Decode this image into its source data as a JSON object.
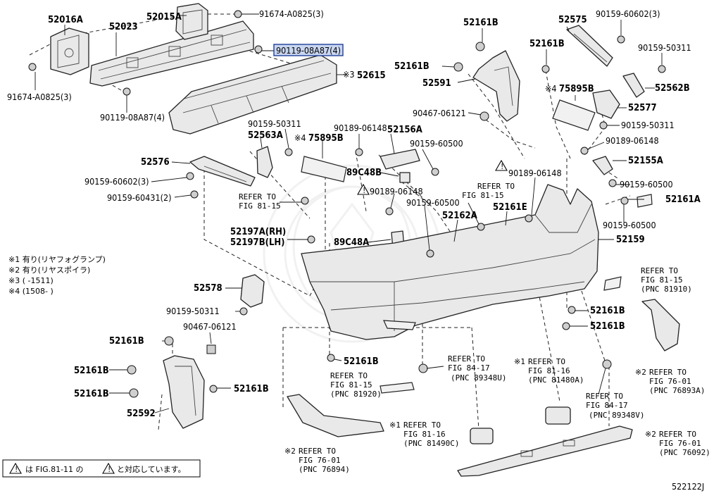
{
  "diagram_code": "522122J",
  "labels": {
    "p52016A": "52016A",
    "p52015A": "52015A",
    "p91674_top": "91674-A0825(3)",
    "p52023": "52023",
    "p90119_hl": "90119-08A87(4)",
    "p52615": "52615",
    "p52615_mark": "※3",
    "p91674_left": "91674-A0825(3)",
    "p90119_lower": "90119-08A87(4)",
    "p52161B_a": "52161B",
    "p52575": "52575",
    "p90159_60602_top": "90159-60602(3)",
    "p52161B_b": "52161B",
    "p52161B_c": "52161B",
    "p90159_50311_a": "90159-50311",
    "p52591": "52591",
    "p52562B": "52562B",
    "p75895B_a": "75895B",
    "p75895B_a_mark": "※4",
    "p90467_a": "90467-06121",
    "p52577": "52577",
    "p90159_50311_b": "90159-50311",
    "p90159_50311_c": "90159-50311",
    "p52563A": "52563A",
    "p75895B_b": "75895B",
    "p75895B_b_mark": "※4",
    "p90189_a": "90189-06148",
    "p52156A": "52156A",
    "p90189_b": "90189-06148",
    "p52155A": "52155A",
    "p52576": "52576",
    "p90159_60500_a": "90159-60500",
    "p89C48B": "89C48B",
    "p90159_60602_left": "90159-60602(3)",
    "p90189_c": "90189-06148",
    "p90159_60500_b": "90159-60500",
    "p90159_60431": "90159-60431(2)",
    "p90189_d": "90189-06148",
    "p52161A": "52161A",
    "p90159_60500_c": "90159-60500",
    "p52161E": "52161E",
    "p52162A": "52162A",
    "p90159_60500_d": "90159-60500",
    "p52197A": "52197A(RH)",
    "p52197B": "52197B(LH)",
    "p89C48A": "89C48A",
    "p52159": "52159",
    "p52578": "52578",
    "p90159_50311_d": "90159-50311",
    "p52161B_d": "52161B",
    "p52161B_e": "52161B",
    "p52161B_f": "52161B",
    "p90467_b": "90467-06121",
    "p52161B_g": "52161B",
    "p52161B_h": "52161B",
    "p52161B_i": "52161B",
    "p52161B_j": "52161B",
    "p52592": "52592"
  },
  "refs": {
    "r_fig81_15_a_1": "REFER TO",
    "r_fig81_15_a_2": "FIG 81-15",
    "r_fig81_15_b_1": "REFER TO",
    "r_fig81_15_b_2": "FIG 81-15",
    "r_81910_1": "REFER TO",
    "r_81910_2": "FIG 81-15",
    "r_81910_3": "(PNC 81910)",
    "r_89348u_1": "REFER TO",
    "r_89348u_2": "FIG 84-17",
    "r_89348u_3": "(PNC 89348U)",
    "r_81920_1": "REFER TO",
    "r_81920_2": "FIG 81-15",
    "r_81920_3": "(PNC 81920)",
    "r_81480a_mark": "※1",
    "r_81480a_1": "REFER TO",
    "r_81480a_2": "FIG 81-16",
    "r_81480a_3": "(PNC 81480A)",
    "r_89348v_1": "REFER TO",
    "r_89348v_2": "FIG 84-17",
    "r_89348v_3": "(PNC 89348V)",
    "r_76893a_mark": "※2",
    "r_76893a_1": "REFER TO",
    "r_76893a_2": "FIG 76-01",
    "r_76893a_3": "(PNC 76893A)",
    "r_81490c_mark": "※1",
    "r_81490c_1": "REFER TO",
    "r_81490c_2": "FIG 81-16",
    "r_81490c_3": "(PNC 81490C)",
    "r_76894_mark": "※2",
    "r_76894_1": "REFER TO",
    "r_76894_2": "FIG 76-01",
    "r_76894_3": "(PNC 76894)",
    "r_76092_mark": "※2",
    "r_76092_1": "REFER TO",
    "r_76092_2": "FIG 76-01",
    "r_76092_3": "(PNC 76092)"
  },
  "notes": {
    "n1": "※1 有り(リヤフォグランプ)",
    "n2": "※2 有り(リヤスポイラ)",
    "n3": "※3 (      -1511)",
    "n4": "※4 (1508-      )"
  },
  "footer": {
    "legend_pre": "は FIG.81-11 の",
    "legend_post": "と対応しています。"
  },
  "colors": {
    "highlight_fill": "#c9d6f1",
    "highlight_stroke": "#1f3f9a",
    "part_fill": "#e9e9e9"
  }
}
